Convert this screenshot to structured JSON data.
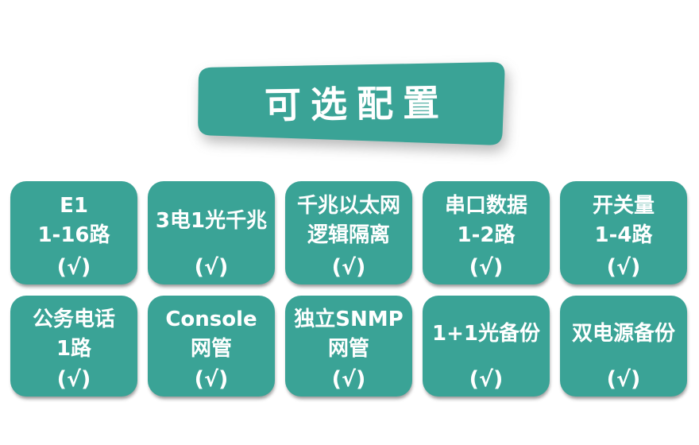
{
  "page": {
    "background": "#ffffff",
    "accent": "#3aa396",
    "text_color": "#ffffff"
  },
  "banner": {
    "title": "可选配置"
  },
  "cards": [
    {
      "lines": [
        "E1",
        "1-16路"
      ],
      "check": "(√)"
    },
    {
      "lines": [
        "3电1光千兆"
      ],
      "check": "(√)"
    },
    {
      "lines": [
        "千兆以太网",
        "逻辑隔离"
      ],
      "check": "(√)"
    },
    {
      "lines": [
        "串口数据",
        "1-2路"
      ],
      "check": "(√)"
    },
    {
      "lines": [
        "开关量",
        "1-4路"
      ],
      "check": "(√)"
    },
    {
      "lines": [
        "公务电话",
        "1路"
      ],
      "check": "(√)"
    },
    {
      "lines": [
        "Console",
        "网管"
      ],
      "check": "(√)"
    },
    {
      "lines": [
        "独立SNMP",
        "网管"
      ],
      "check": "(√)"
    },
    {
      "lines": [
        "1+1光备份"
      ],
      "check": "(√)"
    },
    {
      "lines": [
        "双电源备份"
      ],
      "check": "(√)"
    }
  ]
}
